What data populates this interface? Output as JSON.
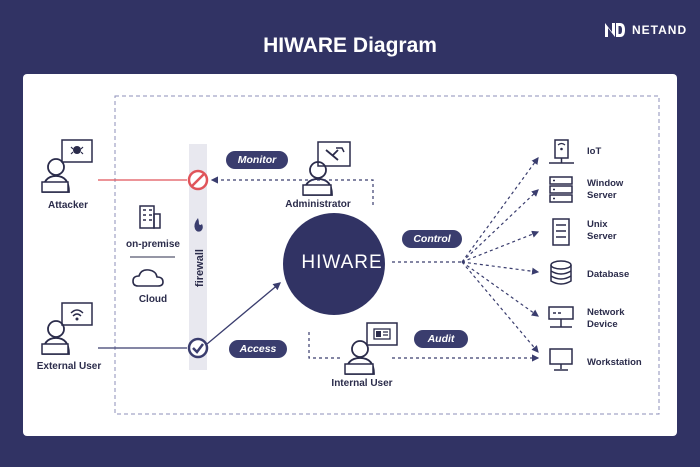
{
  "header": {
    "title": "HIWARE Diagram",
    "brand": "NETAND"
  },
  "center": {
    "label": "HIWARE"
  },
  "firewall": {
    "label": "firewall"
  },
  "left": {
    "attacker": "Attacker",
    "external_user": "External User",
    "on_premise": "on-premise",
    "cloud": "Cloud"
  },
  "middle": {
    "administrator": "Administrator",
    "internal_user": "Internal User"
  },
  "flows": {
    "monitor": "Monitor",
    "access": "Access",
    "control": "Control",
    "audit": "Audit"
  },
  "targets": [
    {
      "label": "IoT",
      "icon": "iot-icon"
    },
    {
      "label": "Window\nServer",
      "icon": "server-icon"
    },
    {
      "label": "Unix\nServer",
      "icon": "server-icon"
    },
    {
      "label": "Database",
      "icon": "database-icon"
    },
    {
      "label": "Network\nDevice",
      "icon": "network-device-icon"
    },
    {
      "label": "Workstation",
      "icon": "workstation-icon"
    }
  ],
  "colors": {
    "background": "#313364",
    "primary": "#3a3d6e",
    "alert": "#e0545a",
    "firewall_band": "#e8e8ef"
  }
}
